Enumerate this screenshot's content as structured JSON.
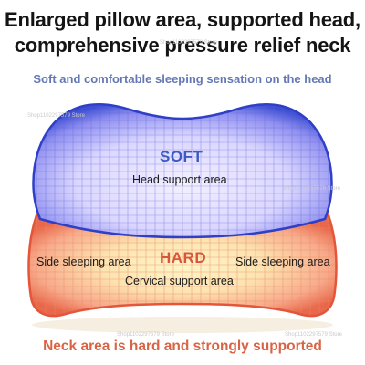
{
  "headline": {
    "line1": "Enlarged pillow area, supported head,",
    "line2": "comprehensive pressure relief neck"
  },
  "subheadline": "Soft and comfortable sleeping sensation on the head",
  "upper_layer": {
    "firmness": "SOFT",
    "area": "Head support area"
  },
  "lower_layer": {
    "firmness": "HARD",
    "left_area": "Side sleeping area",
    "right_area": "Side sleeping area",
    "center_area": "Cervical support area"
  },
  "footer": "Neck area is hard and strongly supported",
  "watermarks": {
    "top": "Shop1102297579 Store",
    "left": "Shop1102297579 Store",
    "right": "Shop1102297579 Store",
    "bottom": "Shop1102297579 Store",
    "bottom_right": "Shop1102297579 Store"
  },
  "colors": {
    "soft_text": "#3d59c2",
    "hard_text": "#d9563a",
    "subheadline": "#6478b4",
    "footer": "#d96445"
  }
}
